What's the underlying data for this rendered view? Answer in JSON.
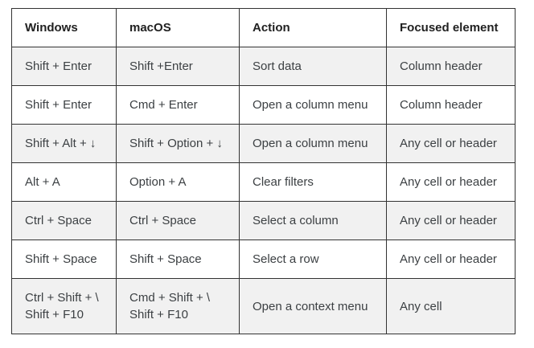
{
  "table": {
    "headers": [
      "Windows",
      "macOS",
      "Action",
      "Focused element"
    ],
    "rows": [
      [
        "Shift + Enter",
        "Shift +Enter",
        "Sort data",
        "Column header"
      ],
      [
        "Shift + Enter",
        "Cmd + Enter",
        "Open a column menu",
        "Column header"
      ],
      [
        "Shift + Alt + ↓",
        "Shift + Option + ↓",
        "Open a column menu",
        "Any cell or header"
      ],
      [
        "Alt + A",
        "Option + A",
        "Clear filters",
        "Any cell or header"
      ],
      [
        "Ctrl + Space",
        "Ctrl + Space",
        "Select a column",
        "Any cell or header"
      ],
      [
        "Shift + Space",
        "Shift + Space",
        "Select a row",
        "Any cell or header"
      ],
      [
        "Ctrl + Shift + \\\nShift + F10",
        "Cmd + Shift + \\\nShift + F10",
        "Open a context menu",
        "Any cell"
      ]
    ],
    "colors": {
      "border": "#333333",
      "alt_row_background": "#f1f1f1",
      "row_background": "#ffffff",
      "header_text": "#212121",
      "body_text": "#3c4043"
    }
  }
}
